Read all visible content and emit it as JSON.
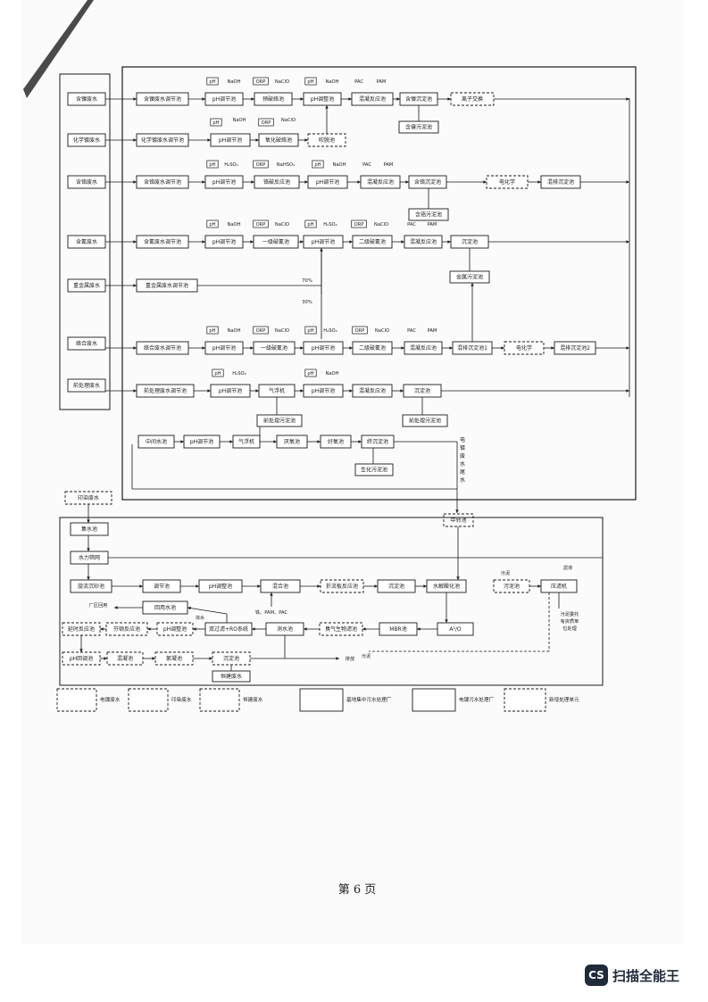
{
  "sources": [
    "含镍废水",
    "化学镀废水",
    "含铬废水",
    "含氰废水",
    "重金属废水",
    "络合废水",
    "前处理废水"
  ],
  "tags": {
    "ph": "pH",
    "orp": "ORP",
    "naoh": "NaOH",
    "naclo": "NaClO",
    "pac": "PAC",
    "pam": "PAM",
    "h2so4": "H₂SO₄",
    "nahso3": "NaHSO₃"
  },
  "row1": [
    "含镍废水调节池",
    "pH调节池",
    "预破络池",
    "pH调整池",
    "混凝反应池",
    "含镍沉淀池",
    "离子交换"
  ],
  "row1_sludge": "含镍污泥池",
  "row2": [
    "化学镀废水调节池",
    "pH调节池",
    "氧化破络池",
    "吹脱池"
  ],
  "row3": [
    "含铬废水调节池",
    "pH调节池",
    "铬破反应池",
    "pH调节池",
    "混凝反应池",
    "含铬沉淀池",
    "电化学",
    "混排沉淀池"
  ],
  "row3_sludge": "含铬污泥池",
  "row4": [
    "含氰废水调节池",
    "pH调节池",
    "一级破氰池",
    "pH调节池",
    "二级破氰池",
    "混凝反应池",
    "沉淀池"
  ],
  "row4_sludge": "金属污泥池",
  "row5": [
    "重金属废水调节池"
  ],
  "pct": [
    "70%",
    "30%"
  ],
  "row6": [
    "络合废水调节池",
    "pH调节池",
    "一级破氰池",
    "pH调节池",
    "二级破氰池",
    "混凝反应池",
    "混排沉淀池1",
    "电化学",
    "混排沉淀池2"
  ],
  "row7": [
    "前处理废水调节池",
    "pH调节池",
    "气浮机",
    "pH调节池",
    "混凝反应池",
    "沉淀池"
  ],
  "row7_sludge": [
    "前处理污泥池",
    "前处理污泥池"
  ],
  "bio": [
    "中间水池",
    "pH调节池",
    "气浮机",
    "厌氧池",
    "好氧池",
    "终沉淀池"
  ],
  "bio_sludge": "生化污泥池",
  "tail": "电镀废水尾水",
  "zhongzhuan": "中转池",
  "yinran": "印染废水",
  "lower": {
    "jishui": "集水池",
    "jiaoshui": "水力筛网",
    "main": [
      "旋流沉砂池",
      "调节池",
      "pH调整池",
      "混合池",
      "折流板反应池",
      "沉淀池",
      "水解酸化池"
    ],
    "chem_note": "铁、PAM、PAC",
    "sludge": [
      "污泥池",
      "压滤机"
    ],
    "sludge_tag": "污泥",
    "sludge_out": "滤液",
    "sludge_note": "污泥委托有资质单位处理",
    "bio2": [
      "A²/O",
      "MBR池",
      "臭气生物滤池",
      "消水池"
    ],
    "reuse": [
      "回用水池",
      "厂区回用"
    ],
    "ro": "双过滤+RO系统",
    "nongshui": "浓水",
    "conc": [
      "pH调整池",
      "芬顿反应池",
      "延时反应池",
      "pH回调池",
      "混凝池",
      "絮凝池",
      "沉淀池"
    ],
    "hengjian": "恒建废水",
    "paifang": "排放",
    "sludge2": "污泥"
  },
  "legend": [
    "电镀废水",
    "印染废水",
    "恒建废水",
    "基地集中污水处理厂",
    "电镀污水处理厂",
    "新增处理单元"
  ],
  "page_number": "第 6 页",
  "watermark": {
    "logo": "CS",
    "text": "扫描全能王"
  }
}
